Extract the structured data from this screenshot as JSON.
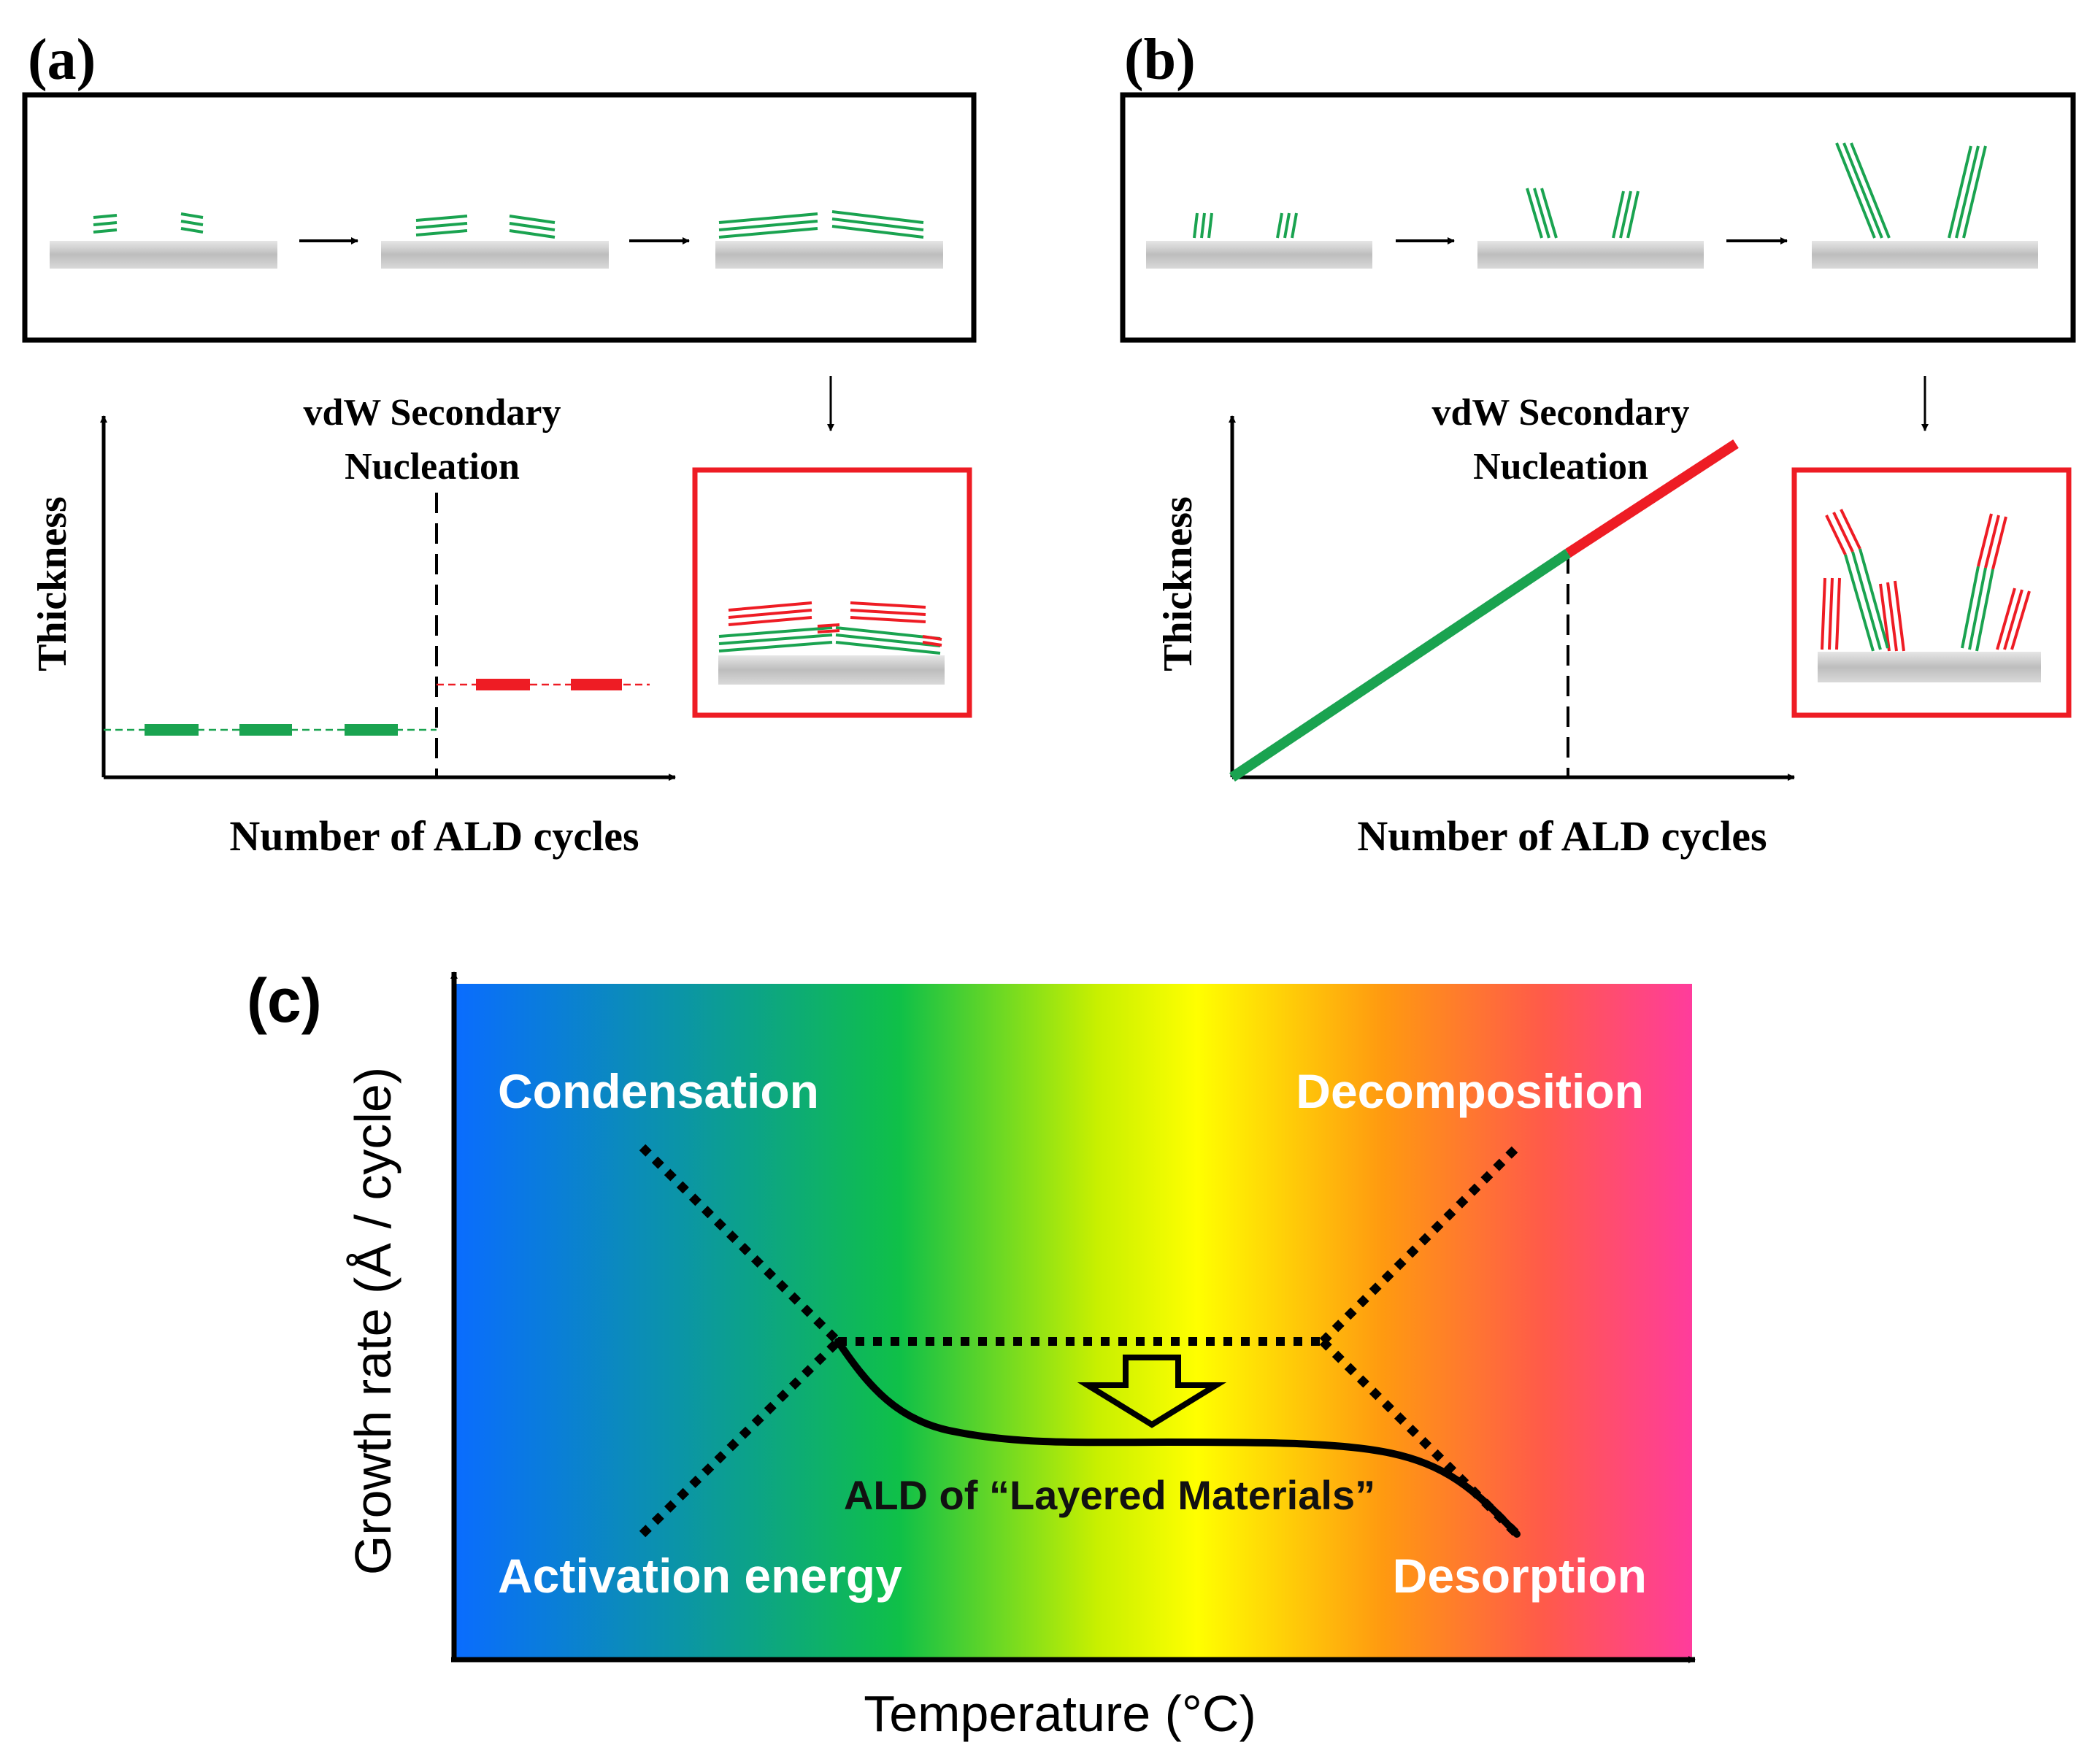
{
  "panel_a": {
    "label": "(a)",
    "annotation": [
      "vdW Secondary",
      "Nucleation"
    ],
    "ylabel": "Thickness",
    "xlabel": "Number of ALD cycles"
  },
  "panel_b": {
    "label": "(b)",
    "annotation": [
      "vdW Secondary",
      "Nucleation"
    ],
    "ylabel": "Thickness",
    "xlabel": "Number of ALD cycles"
  },
  "panel_c": {
    "label": "(c)",
    "ylabel": "Growth rate (Å / cycle)",
    "xlabel": "Temperature (°C)",
    "corner_labels": {
      "top_left": "Condensation",
      "top_right": "Decomposition",
      "bottom_left": "Activation energy",
      "bottom_right": "Desorption"
    },
    "window_label": "ALD of “Layered Materials”"
  },
  "colors": {
    "green": "#1aa350",
    "red": "#ee1c24",
    "substrate": "#c8c8c8",
    "gradient": [
      "#0a6cff",
      "#0fc048",
      "#ffff00",
      "#ff8c00",
      "#ff3c9c"
    ]
  }
}
